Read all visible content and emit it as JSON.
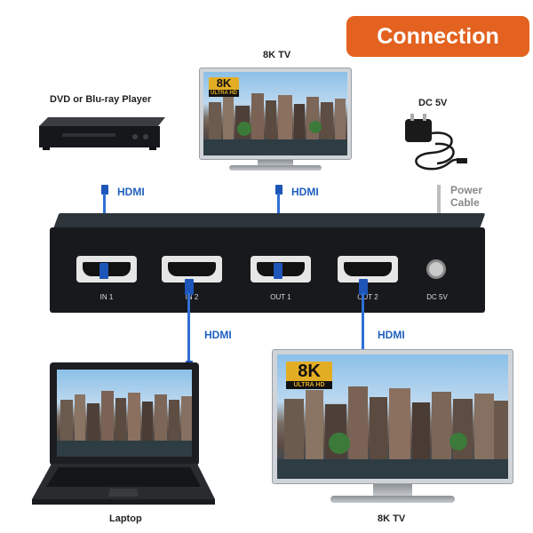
{
  "header": {
    "badge_label": "Connection",
    "badge_color": "#e3621f"
  },
  "devices": {
    "dvd_player": "DVD or Blu-ray Player",
    "tv_top": "8K TV",
    "dc_adapter": "DC 5V",
    "laptop": "Laptop",
    "tv_bottom": "8K TV"
  },
  "tv_badges": {
    "big": "8K",
    "small": "ULTRA HD"
  },
  "cables": {
    "hdmi_in1": "HDMI",
    "hdmi_out1": "HDMI",
    "hdmi_in2": "HDMI",
    "hdmi_out2": "HDMI",
    "power_cable": [
      "Power",
      "Cable"
    ]
  },
  "switcher": {
    "ports": [
      "IN 1",
      "IN 2",
      "OUT 1",
      "OUT 2"
    ],
    "dc_port": "DC 5V"
  },
  "colors": {
    "hdmi_cable": "#2f6fd6",
    "hdmi_text": "#1f5fbf",
    "power_text": "#888888"
  }
}
